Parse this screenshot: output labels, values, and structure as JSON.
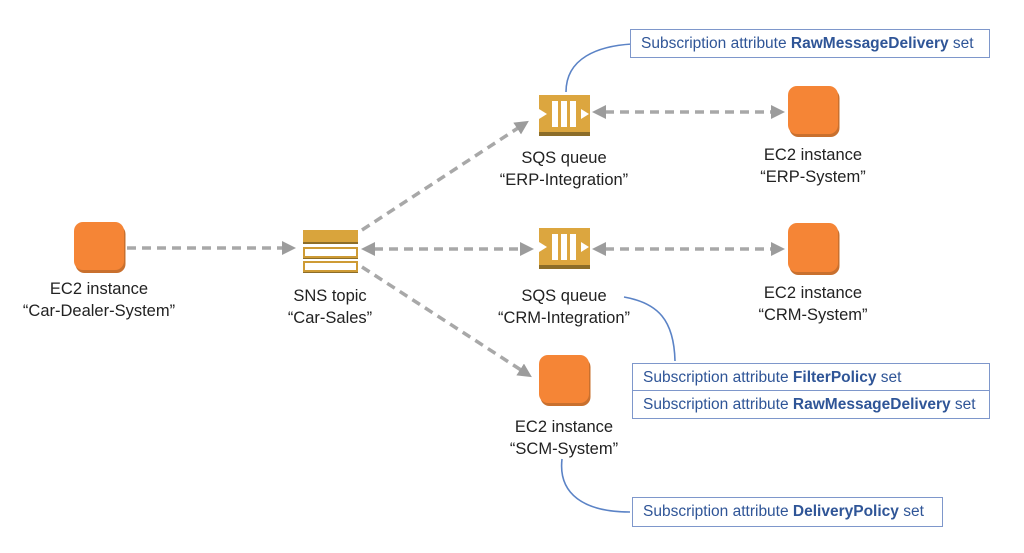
{
  "nodes": [
    {
      "id": "ec2-car-dealer",
      "type": "ec2",
      "line1": "EC2 instance",
      "line2": "“Car-Dealer-System”"
    },
    {
      "id": "sns-car-sales",
      "type": "sns",
      "line1": "SNS topic",
      "line2": "“Car-Sales”"
    },
    {
      "id": "sqs-erp-integration",
      "type": "sqs",
      "line1": "SQS queue",
      "line2": "“ERP-Integration”"
    },
    {
      "id": "ec2-erp-system",
      "type": "ec2",
      "line1": "EC2 instance",
      "line2": "“ERP-System”"
    },
    {
      "id": "sqs-crm-integration",
      "type": "sqs",
      "line1": "SQS queue",
      "line2": "“CRM-Integration”"
    },
    {
      "id": "ec2-crm-system",
      "type": "ec2",
      "line1": "EC2 instance",
      "line2": "“CRM-System”"
    },
    {
      "id": "ec2-scm-system",
      "type": "ec2",
      "line1": "EC2 instance",
      "line2": "“SCM-System”"
    }
  ],
  "callouts": [
    {
      "id": "callout-erp-raw",
      "prefix": "Subscription attribute ",
      "attribute": "RawMessageDelivery",
      "suffix": " set",
      "points_to": "sqs-erp-integration"
    },
    {
      "id": "callout-crm-filter",
      "prefix": "Subscription attribute ",
      "attribute": "FilterPolicy",
      "suffix": " set",
      "points_to": "sqs-crm-integration"
    },
    {
      "id": "callout-crm-raw",
      "prefix": "Subscription attribute ",
      "attribute": "RawMessageDelivery",
      "suffix": " set",
      "points_to": "sqs-crm-integration"
    },
    {
      "id": "callout-scm-delivery",
      "prefix": "Subscription attribute ",
      "attribute": "DeliveryPolicy",
      "suffix": " set",
      "points_to": "ec2-scm-system"
    }
  ],
  "edges": [
    {
      "from": "ec2-car-dealer",
      "to": "sns-car-sales",
      "style": "dashed",
      "heads": "end"
    },
    {
      "from": "sns-car-sales",
      "to": "sqs-erp-integration",
      "style": "dashed",
      "heads": "end"
    },
    {
      "from": "sns-car-sales",
      "to": "sqs-crm-integration",
      "style": "dashed",
      "heads": "both"
    },
    {
      "from": "sns-car-sales",
      "to": "ec2-scm-system",
      "style": "dashed",
      "heads": "end"
    },
    {
      "from": "sqs-erp-integration",
      "to": "ec2-erp-system",
      "style": "dashed",
      "heads": "both"
    },
    {
      "from": "sqs-crm-integration",
      "to": "ec2-crm-system",
      "style": "dashed",
      "heads": "both"
    }
  ],
  "colors": {
    "background": "#FFFFFF",
    "ec2_orange": "#F58536",
    "ec2_shadow": "#C9702E",
    "sqs_gold": "#DCA63F",
    "gold_dark": "#8C6D29",
    "sns_gold": "#D9A43C",
    "arrow_gray": "#A8A8A8",
    "callout_text": "#2F5597",
    "callout_border": "#7E97CB",
    "connector_blue": "#5B83C6",
    "label_color": "#222222"
  }
}
